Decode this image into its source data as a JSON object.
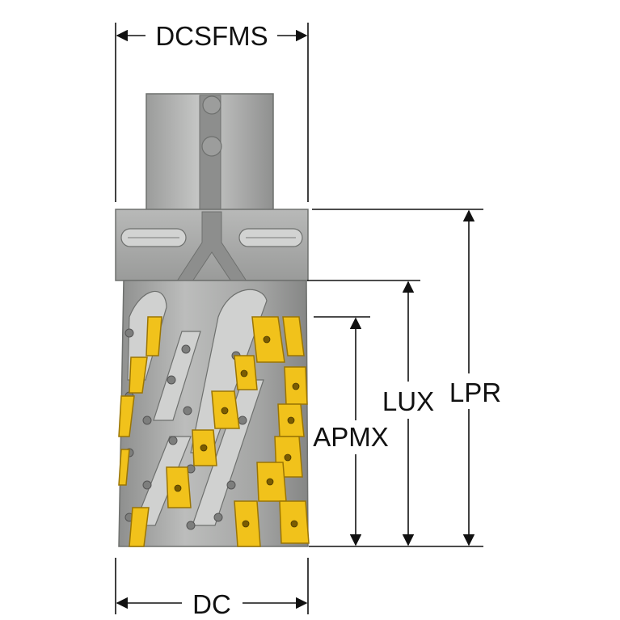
{
  "diagram": {
    "labels": {
      "dcsfms": "DCSFMS",
      "dc": "DC",
      "apmx": "APMX",
      "lux": "LUX",
      "lpr": "LPR"
    },
    "colors": {
      "body": "#a9aaa9",
      "body_light": "#cfd0cf",
      "body_dark": "#7e807e",
      "insert": "#f1c21b",
      "insert_dark": "#b58a06",
      "dimension_line": "#111111"
    }
  }
}
